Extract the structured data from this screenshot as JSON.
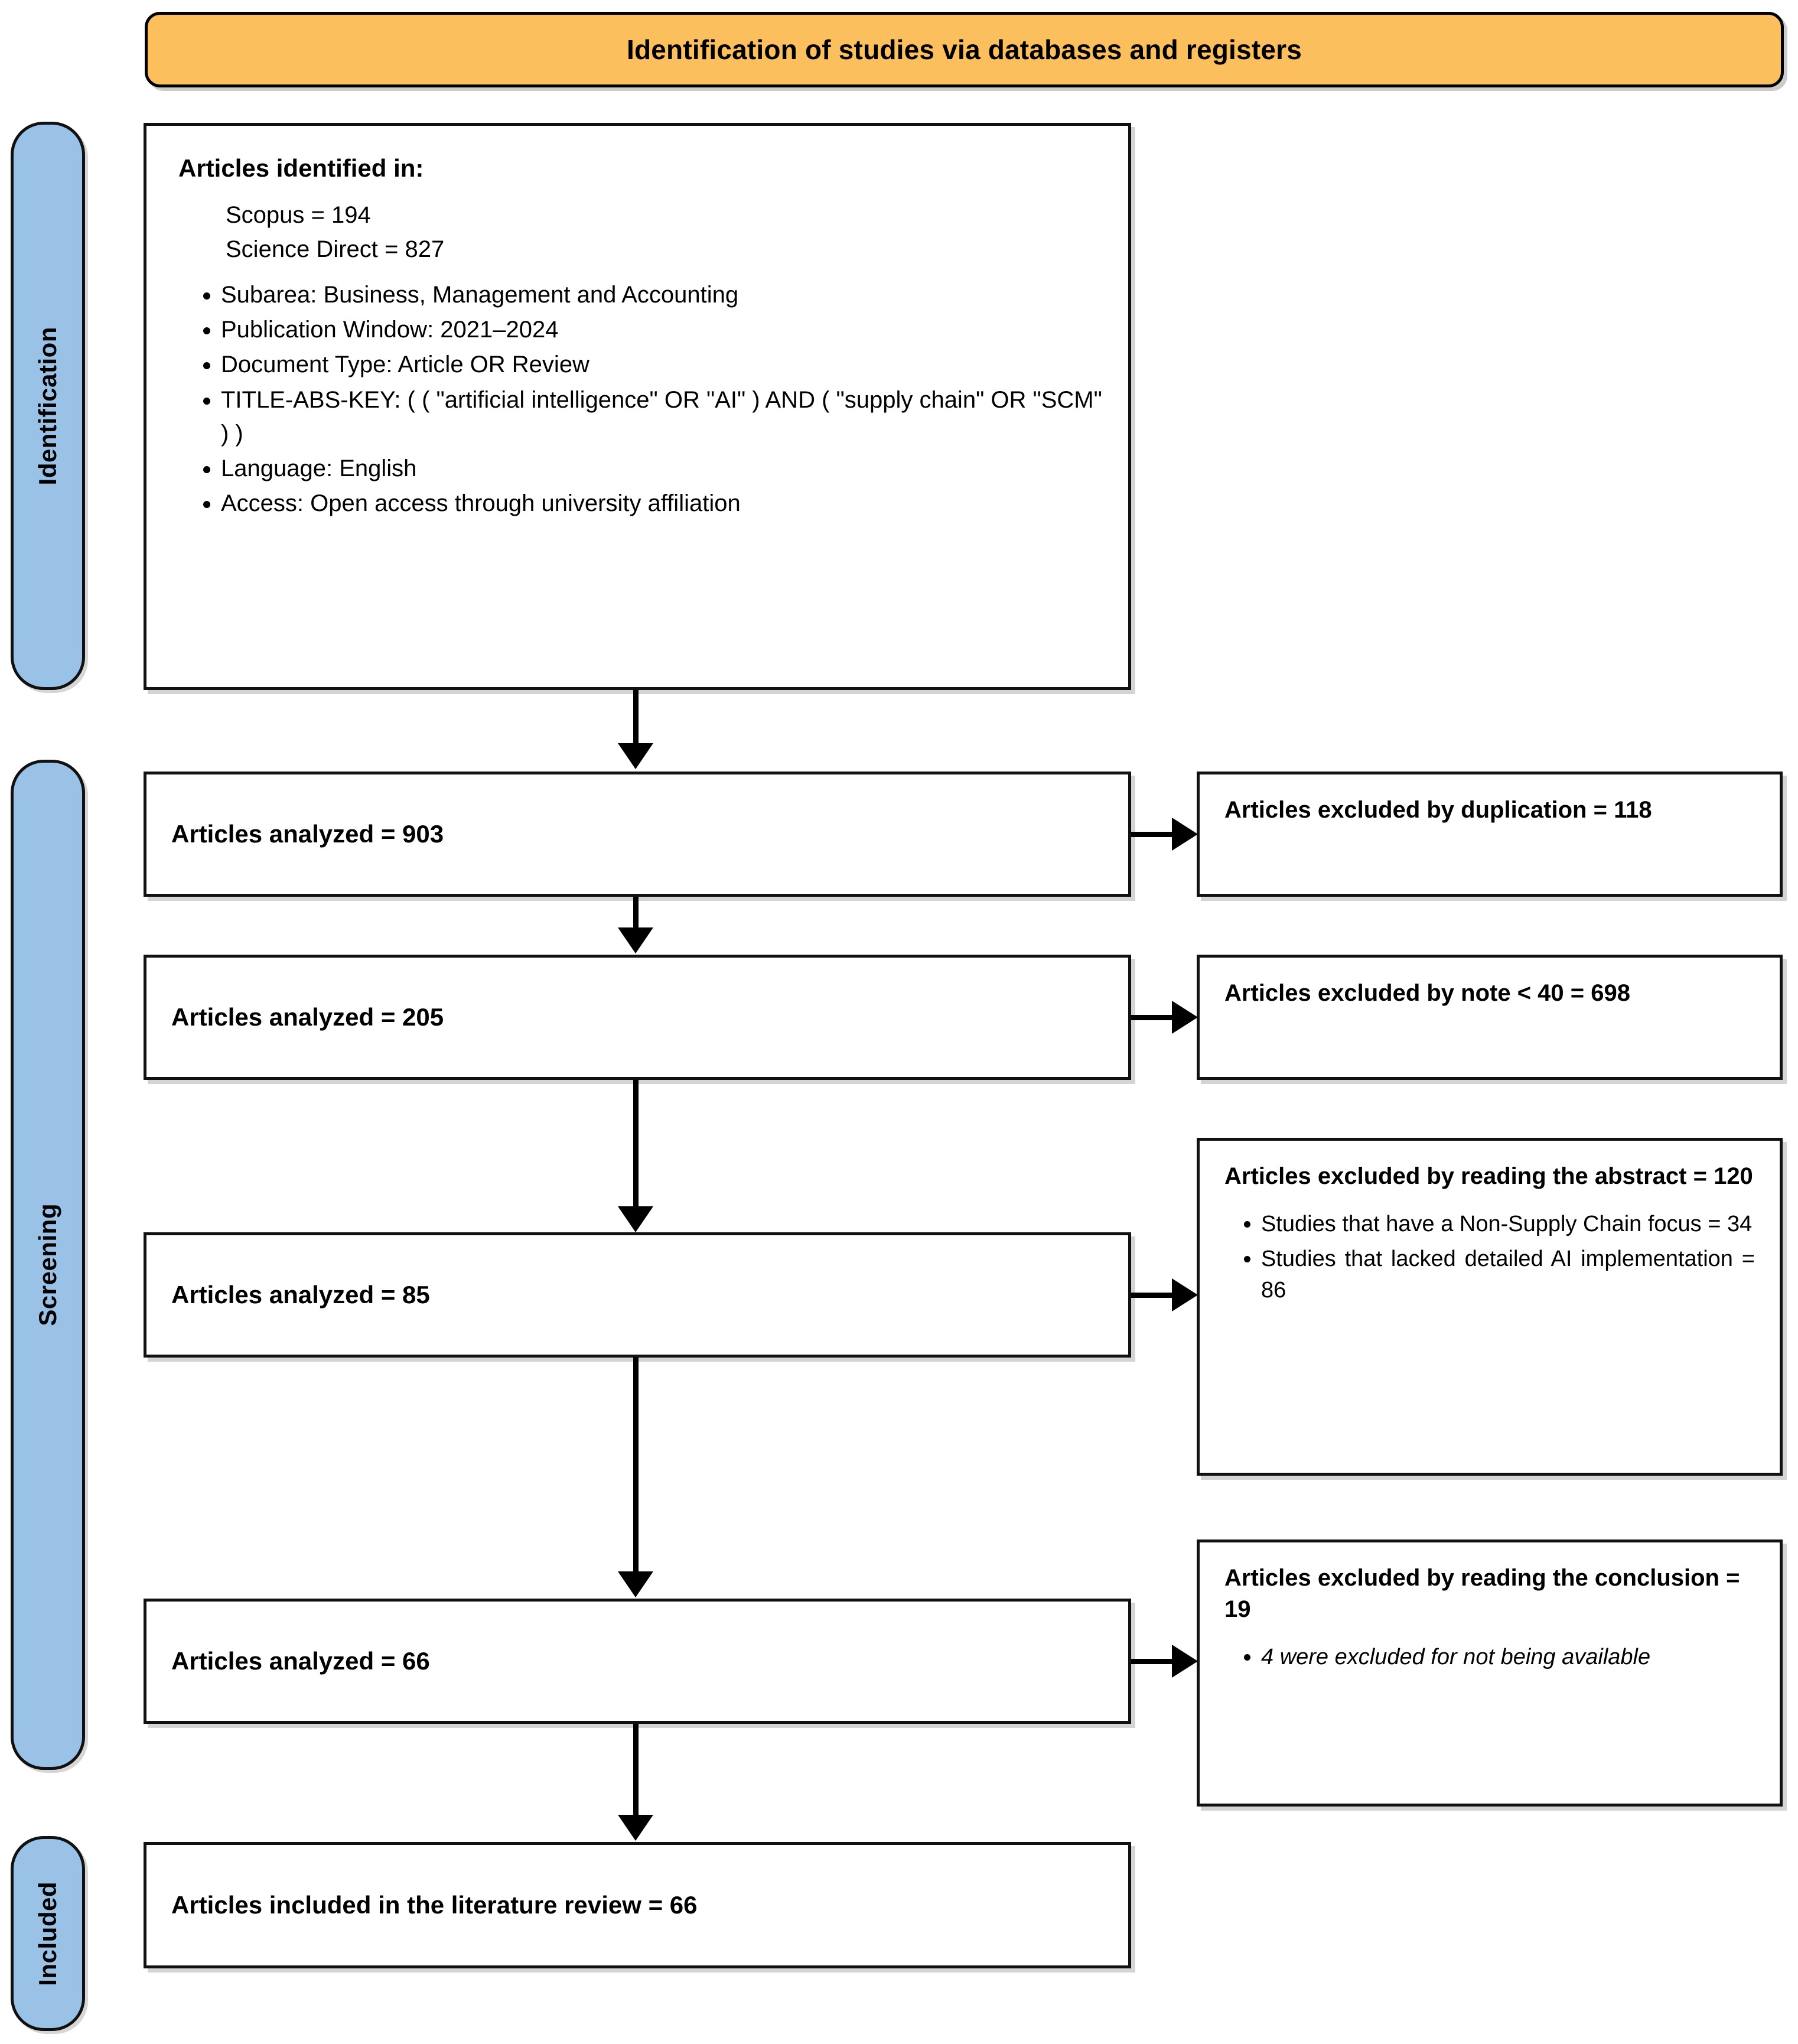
{
  "banner": {
    "title": "Identification of studies via databases and registers"
  },
  "stages": [
    {
      "id": "identification",
      "label": "Identification"
    },
    {
      "id": "screening",
      "label": "Screening"
    },
    {
      "id": "included",
      "label": "Included"
    }
  ],
  "identification_box": {
    "title": "Articles identified in:",
    "sources": [
      "Scopus = 194",
      "Science Direct = 827"
    ],
    "criteria": [
      "Subarea: Business, Management and Accounting",
      "Publication Window: 2021–2024",
      "Document Type: Article OR Review",
      "TITLE-ABS-KEY:  ( ( \"artificial intelligence\" OR \"AI\" ) AND ( \"supply chain\" OR \"SCM\" ) )",
      "Language: English",
      "Access: Open access through university affiliation"
    ]
  },
  "flow": {
    "analyzed_903": "Articles analyzed = 903",
    "analyzed_205": "Articles analyzed = 205",
    "analyzed_85": "Articles analyzed = 85",
    "analyzed_66": "Articles analyzed = 66",
    "included_final": "Articles included in the literature review = 66"
  },
  "exclusions": {
    "duplication": {
      "title": "Articles excluded by duplication = 118",
      "bullets": []
    },
    "note": {
      "title": "Articles  excluded  by  note < 40 = 698",
      "bullets": []
    },
    "abstract": {
      "title": "Articles excluded by reading the abstract  = 120",
      "bullets": [
        "Studies that have a Non-Supply Chain focus = 34",
        "Studies that lacked detailed AI implementation = 86"
      ]
    },
    "conclusion": {
      "title": "Articles excluded by reading the conclusion  = 19",
      "bullets": [
        "4 were excluded for not being available"
      ]
    }
  },
  "colors": {
    "banner_fill": "#FBBF5E",
    "stage_fill": "#99C2E6",
    "border": "#111111",
    "text": "#000000"
  }
}
